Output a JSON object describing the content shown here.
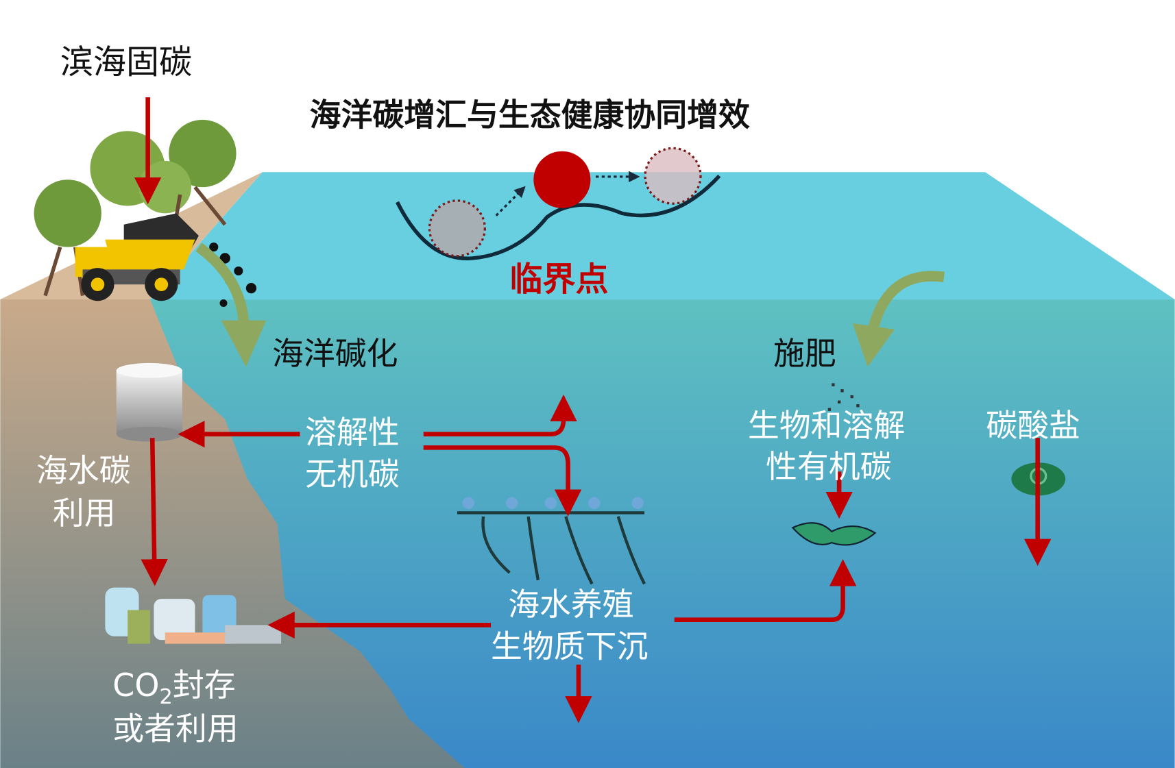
{
  "title": "海洋碳增汇与生态健康协同增效",
  "labels": {
    "coastal": "滨海固碳",
    "critical_point": "临界点",
    "alkalinization": "海洋碱化",
    "fertilization": "施肥",
    "dic_line1": "溶解性",
    "dic_line2": "无机碳",
    "seawater_carbon_line1": "海水碳",
    "seawater_carbon_line2": "利用",
    "doc_line1": "生物和溶解",
    "doc_line2": "性有机碳",
    "carbonate": "碳酸盐",
    "aquaculture_line1": "海水养殖",
    "aquaculture_line2": "生物质下沉",
    "co2_prefix": "CO",
    "co2_sub": "2",
    "co2_suffix": "封存",
    "co2_line2": "或者利用"
  },
  "colors": {
    "arrow": "#c00000",
    "surface": "#68cfe0",
    "green_arrow": "#8fa860"
  }
}
